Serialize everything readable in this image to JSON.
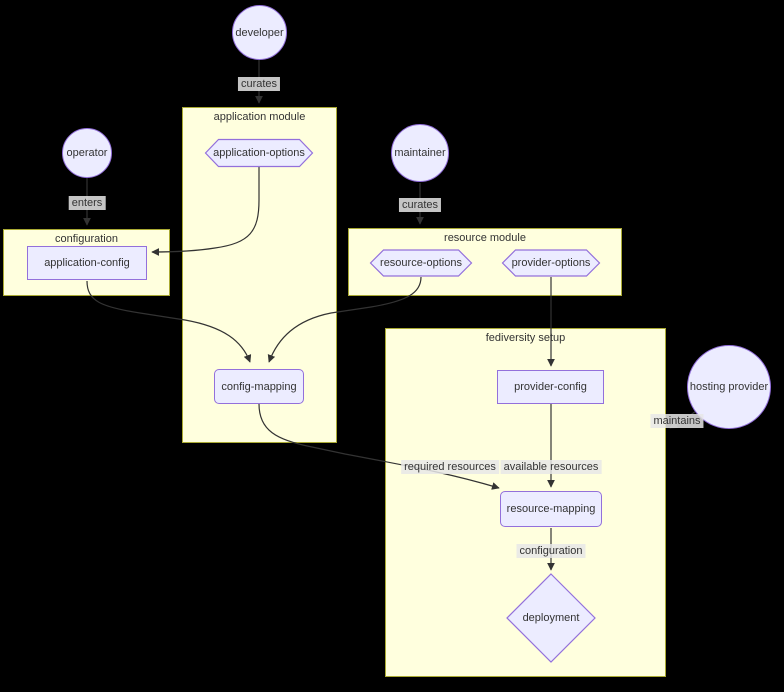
{
  "nodes": {
    "developer": {
      "label": "developer"
    },
    "operator": {
      "label": "operator"
    },
    "maintainer": {
      "label": "maintainer"
    },
    "hosting_provider": {
      "label": "hosting provider"
    },
    "application_options": {
      "label": "application-options"
    },
    "resource_options": {
      "label": "resource-options"
    },
    "provider_options": {
      "label": "provider-options"
    },
    "application_config": {
      "label": "application-config"
    },
    "provider_config": {
      "label": "provider-config"
    },
    "config_mapping": {
      "label": "config-mapping"
    },
    "resource_mapping": {
      "label": "resource-mapping"
    },
    "deployment": {
      "label": "deployment"
    }
  },
  "subgraphs": {
    "application_module": {
      "title": "application module"
    },
    "configuration": {
      "title": "configuration"
    },
    "resource_module": {
      "title": "resource module"
    },
    "fediversity_setup": {
      "title": "fediversity setup"
    }
  },
  "edge_labels": {
    "developer_curates": "curates",
    "operator_enters": "enters",
    "maintainer_curates": "curates",
    "provider_maintains": "maintains",
    "required_resources": "required resources",
    "available_resources": "available resources",
    "configuration": "configuration"
  },
  "colors": {
    "node_fill": "#ECECFF",
    "node_border": "#9370DB",
    "subgraph_fill": "#FFFFDE",
    "subgraph_border": "#AAAA33",
    "edge": "#333333",
    "label_bg": "#E8E8E8",
    "text": "#333333",
    "background": "#000000"
  }
}
